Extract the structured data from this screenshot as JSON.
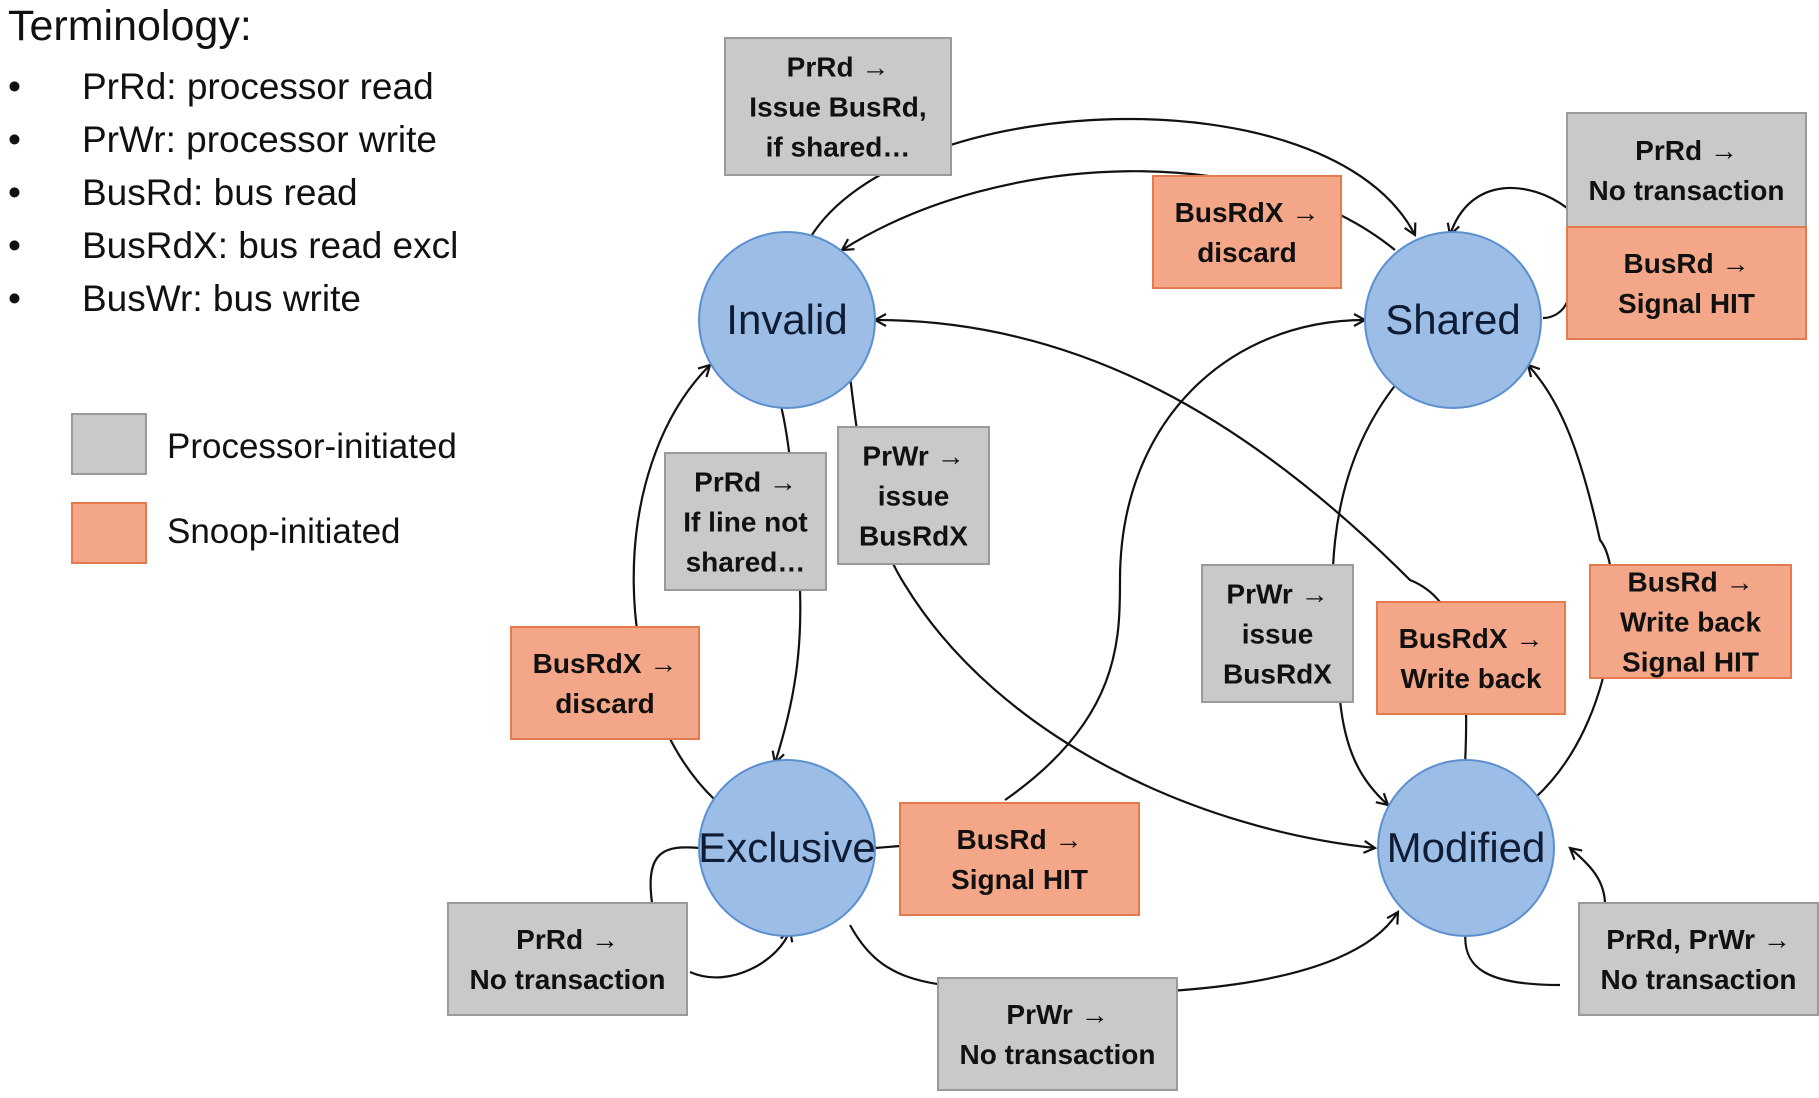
{
  "terminology": {
    "title": "Terminology:",
    "items": [
      {
        "bullet": "•",
        "text": "PrRd: processor read"
      },
      {
        "bullet": "•",
        "text": "PrWr: processor write"
      },
      {
        "bullet": "•",
        "text": "BusRd: bus read"
      },
      {
        "bullet": "•",
        "text": "BusRdX: bus read excl"
      },
      {
        "bullet": "•",
        "text": "BusWr: bus write"
      }
    ]
  },
  "legend": {
    "processor": {
      "label": "Processor-initiated",
      "color": "#c9c9c9"
    },
    "snoop": {
      "label": "Snoop-initiated",
      "color": "#f4a788"
    }
  },
  "colors": {
    "state_fill": "#9cbde6",
    "state_stroke": "#5b8fd0",
    "processor_box": "#c9c9c9",
    "snoop_box": "#f4a788",
    "arrow": "#111111"
  },
  "states": {
    "invalid": "Invalid",
    "shared": "Shared",
    "exclusive": "Exclusive",
    "modified": "Modified"
  },
  "transitions": {
    "inv_prrd_issue": {
      "type": "processor",
      "lines": [
        "PrRd →",
        "Issue BusRd,",
        "if shared…"
      ]
    },
    "shr_busrdx_discard": {
      "type": "snoop",
      "lines": [
        "BusRdX →",
        "discard"
      ]
    },
    "shr_prrd_none": {
      "type": "processor",
      "lines": [
        "PrRd →",
        "No transaction"
      ]
    },
    "shr_busrd_hit": {
      "type": "snoop",
      "lines": [
        "BusRd →",
        "Signal HIT"
      ]
    },
    "inv_prrd_not_shared": {
      "type": "processor",
      "lines": [
        "PrRd →",
        "If line not",
        "shared…"
      ]
    },
    "inv_prwr_busrdx": {
      "type": "processor",
      "lines": [
        "PrWr →",
        "issue",
        "BusRdX"
      ]
    },
    "exc_busrdx_discard": {
      "type": "snoop",
      "lines": [
        "BusRdX →",
        "discard"
      ]
    },
    "shr_prwr_busrdx": {
      "type": "processor",
      "lines": [
        "PrWr →",
        "issue",
        "BusRdX"
      ]
    },
    "mod_busrdx_writeback": {
      "type": "snoop",
      "lines": [
        "BusRdX →",
        "Write back"
      ]
    },
    "mod_busrd_writeback_hit": {
      "type": "snoop",
      "lines": [
        "BusRd →",
        "Write back",
        "Signal HIT"
      ]
    },
    "exc_busrd_hit": {
      "type": "snoop",
      "lines": [
        "BusRd →",
        "Signal HIT"
      ]
    },
    "exc_prrd_none": {
      "type": "processor",
      "lines": [
        "PrRd →",
        "No transaction"
      ]
    },
    "exc_prwr_none": {
      "type": "processor",
      "lines": [
        "PrWr →",
        "No transaction"
      ]
    },
    "mod_prrd_prwr_none": {
      "type": "processor",
      "lines": [
        "PrRd, PrWr →",
        "No transaction"
      ]
    }
  }
}
